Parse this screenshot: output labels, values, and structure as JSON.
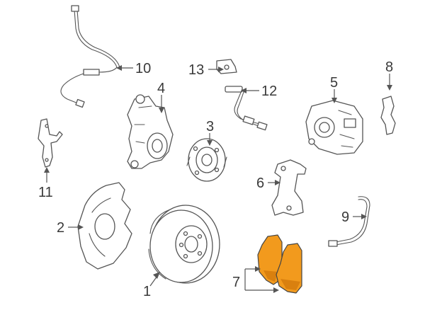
{
  "diagram": {
    "highlight_color": "#f29a1d",
    "line_color": "#555555",
    "callouts": [
      {
        "id": "1",
        "text": "1"
      },
      {
        "id": "2",
        "text": "2"
      },
      {
        "id": "3",
        "text": "3"
      },
      {
        "id": "4",
        "text": "4"
      },
      {
        "id": "5",
        "text": "5"
      },
      {
        "id": "6",
        "text": "6"
      },
      {
        "id": "7",
        "text": "7"
      },
      {
        "id": "8",
        "text": "8"
      },
      {
        "id": "9",
        "text": "9"
      },
      {
        "id": "10",
        "text": "10"
      },
      {
        "id": "11",
        "text": "11"
      },
      {
        "id": "12",
        "text": "12"
      },
      {
        "id": "13",
        "text": "13"
      }
    ]
  }
}
